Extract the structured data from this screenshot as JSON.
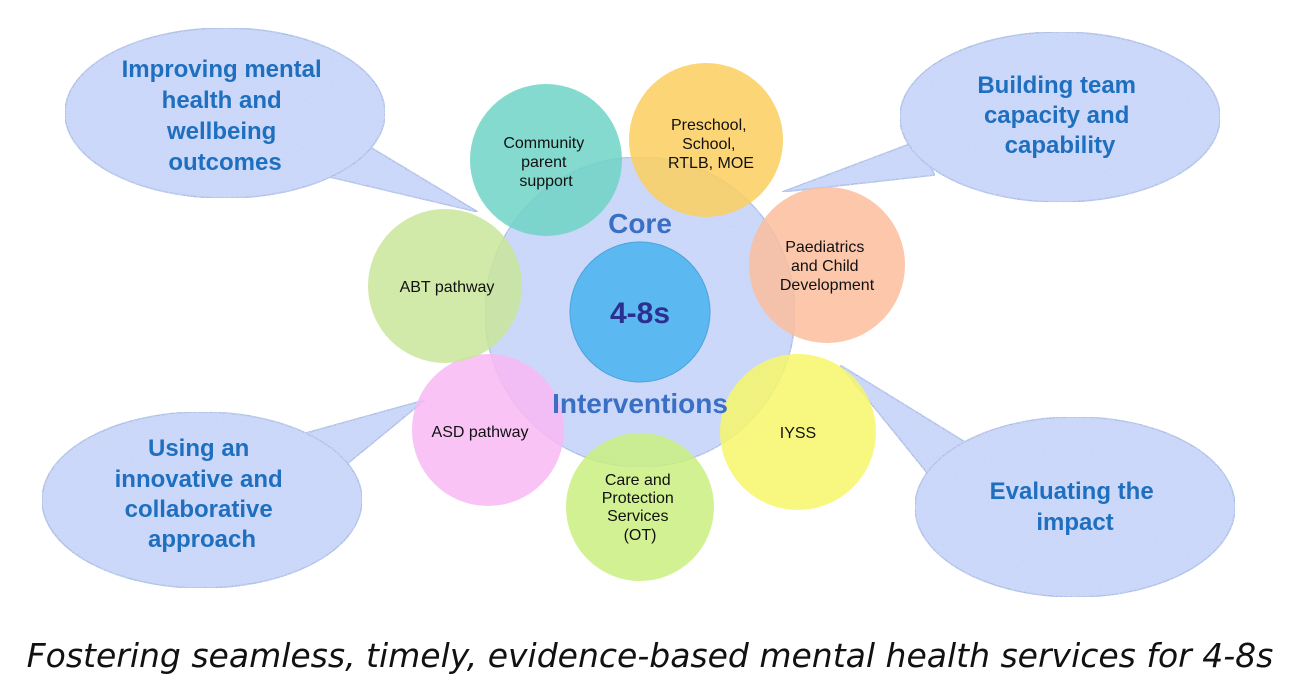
{
  "hub": {
    "label": "4-8s",
    "color": "#5bb8f0"
  },
  "core": {
    "top_word": "Core",
    "bottom_word": "Interventions"
  },
  "callouts": [
    {
      "id": "improving",
      "lines": [
        "Improving mental",
        "health and",
        "wellbeing",
        "outcomes"
      ]
    },
    {
      "id": "building",
      "lines": [
        "Building team",
        "capacity and",
        "capability"
      ]
    },
    {
      "id": "using",
      "lines": [
        "Using an",
        "innovative and",
        "collaborative",
        "approach"
      ]
    },
    {
      "id": "evaluating",
      "lines": [
        "Evaluating the",
        "impact"
      ]
    }
  ],
  "nodes": [
    {
      "id": "community",
      "lines": [
        "Community",
        "parent",
        "support"
      ],
      "color": "#6fd3c6"
    },
    {
      "id": "preschool",
      "lines": [
        "Preschool,",
        "School,",
        "RTLB, MOE"
      ],
      "color": "#fbcf5e"
    },
    {
      "id": "paediatrics",
      "lines": [
        "Paediatrics",
        "and Child",
        "Development"
      ],
      "color": "#fbbd9c"
    },
    {
      "id": "iyss",
      "lines": [
        "IYSS"
      ],
      "color": "#f7f76a"
    },
    {
      "id": "care",
      "lines": [
        "Care and",
        "Protection",
        "Services",
        "(OT)"
      ],
      "color": "#c9ef7f"
    },
    {
      "id": "asd",
      "lines": [
        "ASD pathway"
      ],
      "color": "#f8b9f3"
    },
    {
      "id": "abt",
      "lines": [
        "ABT pathway"
      ],
      "color": "#c9e59a"
    }
  ],
  "caption": "Fostering seamless, timely, evidence-based mental health services for 4-8s"
}
